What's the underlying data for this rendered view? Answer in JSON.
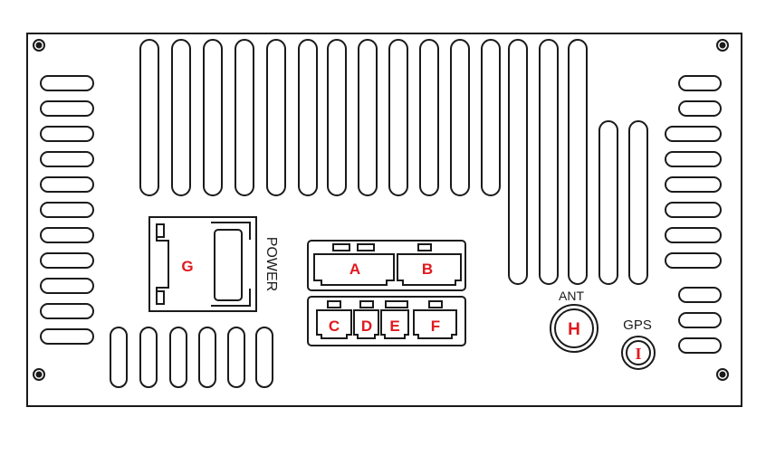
{
  "panel": {
    "accent_color": "#e0191f",
    "line_color": "#1a1a1a"
  },
  "labels": {
    "power": "POWER",
    "ant": "ANT",
    "gps": "GPS"
  },
  "ports": {
    "g": "G",
    "a": "A",
    "b": "B",
    "c": "C",
    "d": "D",
    "e": "E",
    "f": "F",
    "h": "H",
    "i": "I"
  }
}
